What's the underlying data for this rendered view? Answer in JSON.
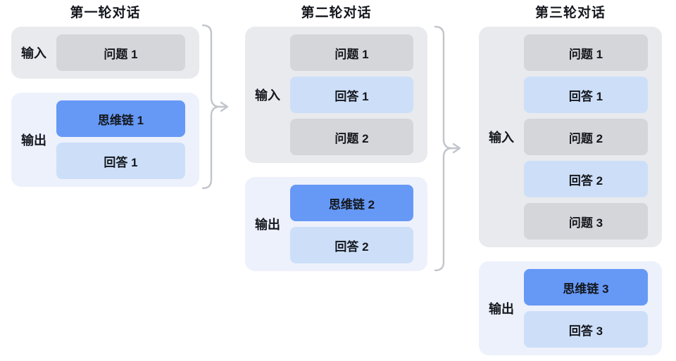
{
  "diagram": {
    "background": "#ffffff",
    "rounds": [
      {
        "title": "第一轮对话",
        "input": {
          "label": "输入",
          "boxes": [
            {
              "type": "question",
              "text": "问题 1"
            }
          ]
        },
        "output": {
          "label": "输出",
          "boxes": [
            {
              "type": "chain_of_thought",
              "text": "思维链 1"
            },
            {
              "type": "answer",
              "text": "回答 1"
            }
          ]
        }
      },
      {
        "title": "第二轮对话",
        "input": {
          "label": "输入",
          "boxes": [
            {
              "type": "question",
              "text": "问题 1"
            },
            {
              "type": "answer",
              "text": "回答 1"
            },
            {
              "type": "question",
              "text": "问题 2"
            }
          ]
        },
        "output": {
          "label": "输出",
          "boxes": [
            {
              "type": "chain_of_thought",
              "text": "思维链 2"
            },
            {
              "type": "answer",
              "text": "回答 2"
            }
          ]
        }
      },
      {
        "title": "第三轮对话",
        "input": {
          "label": "输入",
          "boxes": [
            {
              "type": "question",
              "text": "问题 1"
            },
            {
              "type": "answer",
              "text": "回答 1"
            },
            {
              "type": "question",
              "text": "问题 2"
            },
            {
              "type": "answer",
              "text": "回答 2"
            },
            {
              "type": "question",
              "text": "问题 3"
            }
          ]
        },
        "output": {
          "label": "输出",
          "boxes": [
            {
              "type": "chain_of_thought",
              "text": "思维链 3"
            },
            {
              "type": "answer",
              "text": "回答 3"
            }
          ]
        }
      }
    ],
    "connectors": [
      {
        "name": "arrow-round1-to-round2",
        "direction": "right"
      },
      {
        "name": "arrow-round2-to-round3",
        "direction": "right"
      }
    ],
    "colors": {
      "question_box": "#d4d6da",
      "chain_of_thought_box": "#6699f6",
      "answer_box": "#cddff8",
      "input_panel": "#e8eaee",
      "output_panel": "#edf1fc",
      "connector": "#c2c5cb",
      "text": "#14171d"
    }
  }
}
